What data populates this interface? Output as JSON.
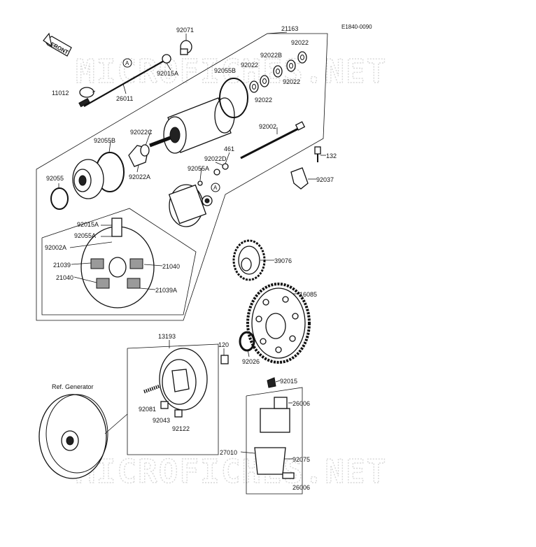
{
  "diagram": {
    "code": "E1840-0090",
    "watermark": "MICROFICHES.NET",
    "front_label": "FRONT",
    "ref_generator": "Ref. Generator",
    "callout_a": "A",
    "parts": {
      "p92071": "92071",
      "p21163": "21163",
      "p92022_top": "92022",
      "p92022b": "92022B",
      "p92022_r1": "92022",
      "p92022_r2": "92022",
      "p92022_r3": "92022",
      "p92055b_top": "92055B",
      "p92015a_top": "92015A",
      "p11012": "11012",
      "p26011": "26011",
      "p92002": "92002",
      "p92022c": "92022C",
      "p92055b_left": "92055B",
      "p461": "461",
      "p92022d": "92022D",
      "p132": "132",
      "p92055a_mid": "92055A",
      "p92022a": "92022A",
      "p92037": "92037",
      "p92055": "92055",
      "p92015a_left": "92015A",
      "p92055a_left": "92055A",
      "p92002a": "92002A",
      "p21039": "21039",
      "p21040_r": "21040",
      "p21040_l": "21040",
      "p21039a": "21039A",
      "p39076": "39076",
      "p16085": "16085",
      "p13193": "13193",
      "p120": "120",
      "p92026": "92026",
      "p92015": "92015",
      "p26006_top": "26006",
      "p92081": "92081",
      "p92043": "92043",
      "p92122": "92122",
      "p27010": "27010",
      "p92075": "92075",
      "p26006_bot": "26006"
    }
  }
}
